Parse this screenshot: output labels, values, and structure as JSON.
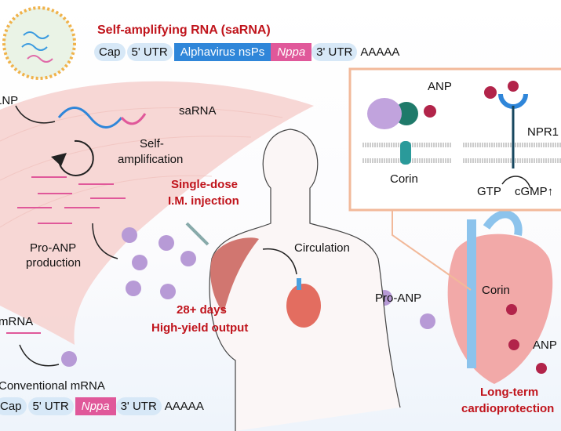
{
  "title": "Self-amplifying RNA (saRNA)",
  "sarna_construct": [
    {
      "label": "Cap",
      "style": "pill"
    },
    {
      "label": "5' UTR",
      "style": "pill"
    },
    {
      "label": "Alphavirus nsPs",
      "style": "blue"
    },
    {
      "label": "Nppa",
      "style": "pink"
    },
    {
      "label": "3' UTR",
      "style": "pill"
    },
    {
      "label": "AAAAA",
      "style": "plain"
    }
  ],
  "mrna_title": "Conventional mRNA",
  "mrna_construct": [
    {
      "label": "Cap",
      "style": "pill"
    },
    {
      "label": "5' UTR",
      "style": "pill"
    },
    {
      "label": "Nppa",
      "style": "pink"
    },
    {
      "label": "3' UTR",
      "style": "pill"
    },
    {
      "label": "AAAAA",
      "style": "plain"
    }
  ],
  "labels": {
    "lnp": "LNP",
    "sarna": "saRNA",
    "self_amp_1": "Self-",
    "self_amp_2": "amplification",
    "proanp_prod_1": "Pro-ANP",
    "proanp_prod_2": "production",
    "mrna": "mRNA",
    "injection_1": "Single-dose",
    "injection_2": "I.M. injection",
    "days_1": "28+ days",
    "days_2": "High-yield output",
    "circulation": "Circulation",
    "pro_anp": "Pro-ANP",
    "corin_heart": "Corin",
    "anp_heart": "ANP",
    "outcome_1": "Long-term",
    "outcome_2": "cardioprotection"
  },
  "inset": {
    "anp": "ANP",
    "corin": "Corin",
    "npr1": "NPR1",
    "gtp": "GTP",
    "cgmp": "cGMP",
    "up_arrow": "↑"
  },
  "colors": {
    "accent_red": "#c0141c",
    "nsps_blue": "#2f86d9",
    "nppa_pink": "#e0589a",
    "utr_bg": "#d7e8f7",
    "muscle": "#f3c9c6",
    "proanp_purple": "#b79ad6",
    "anp_maroon": "#b2244a",
    "corin_teal": "#1f7a6a",
    "inset_border": "#f2b99a"
  }
}
